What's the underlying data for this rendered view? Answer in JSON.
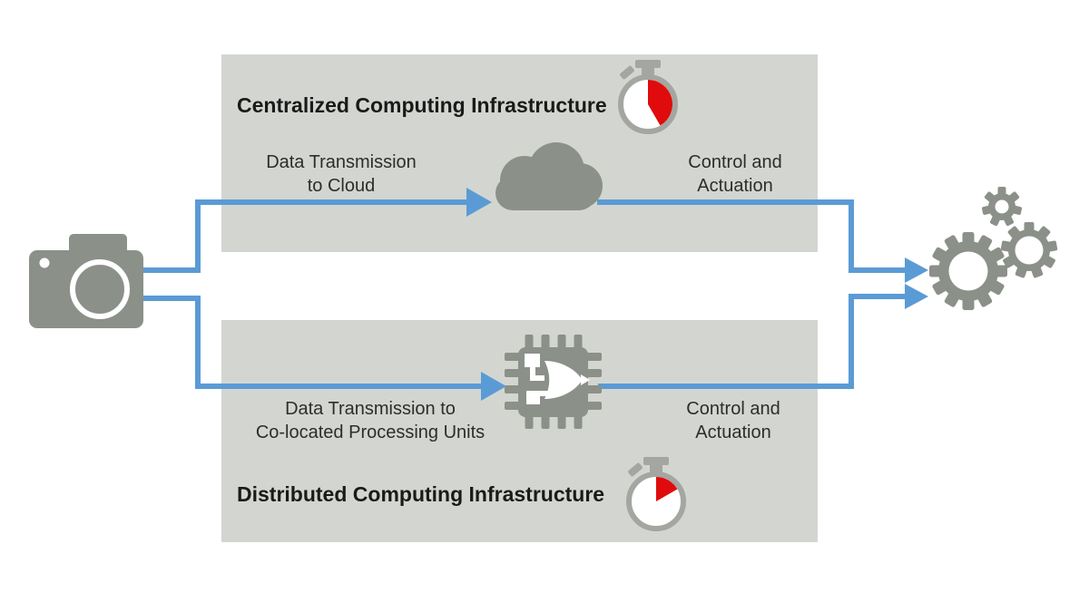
{
  "colors": {
    "background": "#ffffff",
    "panel_bg": "#d3d6d0",
    "icon_gray": "#8b9089",
    "stopwatch_ring": "#a3a6a1",
    "stopwatch_red": "#e00b0c",
    "arrow_blue": "#5b9bd5",
    "title_text": "#1a1a1a",
    "label_text": "#2d2d2d"
  },
  "input_node": {
    "icon": "camera-icon"
  },
  "output_node": {
    "icon": "gears-icon"
  },
  "top_pipeline": {
    "title": "Centralized Computing Infrastructure",
    "timer": {
      "icon": "stopwatch-icon",
      "red_wedge_degrees": 150
    },
    "transmission_label": {
      "line1": "Data Transmission",
      "line2": "to Cloud"
    },
    "node_icon": "cloud-icon",
    "control_label": {
      "line1": "Control and",
      "line2": "Actuation"
    }
  },
  "bottom_pipeline": {
    "title": "Distributed Computing Infrastructure",
    "timer": {
      "icon": "stopwatch-icon",
      "red_wedge_degrees": 60
    },
    "transmission_label": {
      "line1": "Data Transmission to",
      "line2": "Co-located Processing Units"
    },
    "node_icon": "chip-logic-gate-icon",
    "control_label": {
      "line1": "Control and",
      "line2": "Actuation"
    }
  }
}
